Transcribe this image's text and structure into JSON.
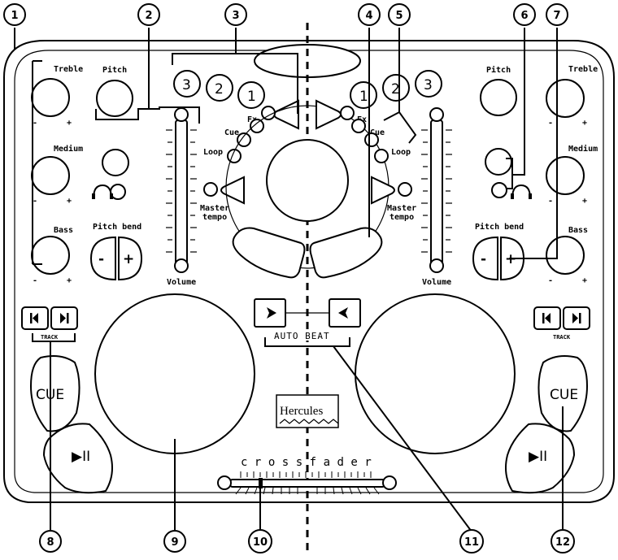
{
  "callouts": [
    "1",
    "2",
    "3",
    "4",
    "5",
    "6",
    "7",
    "8",
    "9",
    "10",
    "11",
    "12"
  ],
  "left": {
    "treble": "Treble",
    "pitch": "Pitch",
    "medium": "Medium",
    "bass": "Bass",
    "pitch_bend": "Pitch bend",
    "minus": "-",
    "plus": "+",
    "volume": "Volume",
    "fx": "Fx",
    "cue_small": "Cue",
    "loop": "Loop",
    "master": "Master",
    "tempo": "tempo",
    "track": "TRACK",
    "cue_button": "CUE",
    "play_pause": "▶II"
  },
  "right": {
    "treble": "Treble",
    "pitch": "Pitch",
    "medium": "Medium",
    "bass": "Bass",
    "pitch_bend": "Pitch bend",
    "minus": "-",
    "plus": "+",
    "volume": "Volume",
    "fx": "Fx",
    "cue_small": "Cue",
    "loop": "Loop",
    "master": "Master",
    "tempo": "tempo",
    "track": "TRACK",
    "cue_button": "CUE",
    "play_pause": "▶II"
  },
  "fx_numbers": [
    "3",
    "2",
    "1"
  ],
  "auto_beat": "AUTO BEAT",
  "crossfader": "crossfader",
  "brand": "Hercules",
  "icons": {
    "headphone": "headphone-icon",
    "prev": "previous-track-icon",
    "next": "next-track-icon",
    "sync_right": "arrow-right-icon",
    "sync_left": "arrow-left-icon"
  }
}
